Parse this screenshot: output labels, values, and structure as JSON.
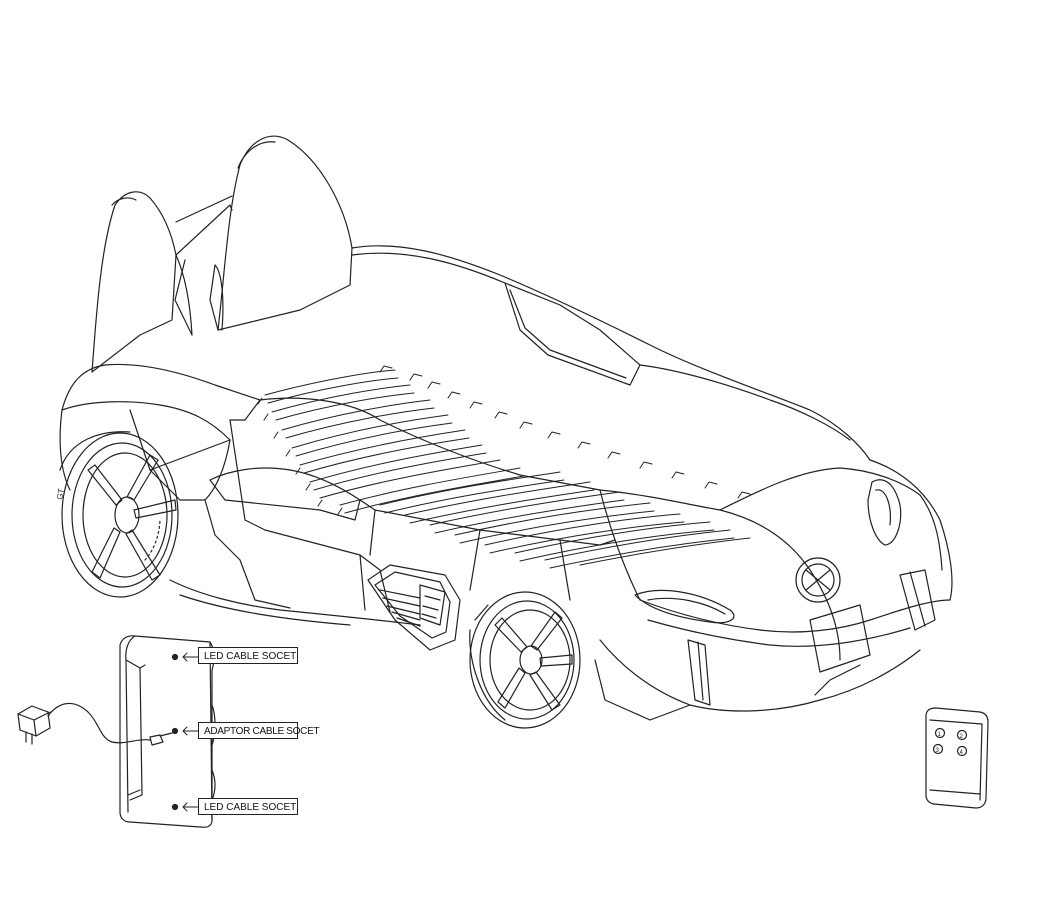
{
  "callouts": {
    "led_top": "LED CABLE SOCET",
    "adaptor": "ADAPTOR CABLE SOCET",
    "led_bottom": "LED CABLE SOCET"
  },
  "remote": {
    "buttons": [
      "1",
      "2",
      "3",
      "4"
    ]
  },
  "colors": {
    "line": "#222222",
    "background": "#ffffff"
  }
}
